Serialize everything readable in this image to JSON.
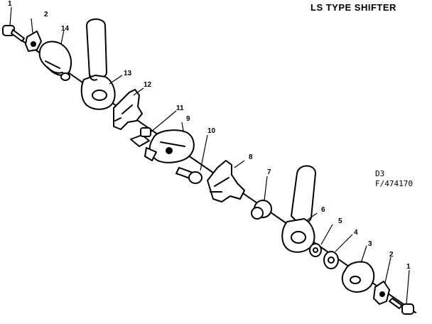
{
  "title": "LS TYPE SHIFTER",
  "code_line1": "D3",
  "code_line2": "F/474170",
  "callouts": [
    "1",
    "2",
    "14",
    "13",
    "12",
    "11",
    "9",
    "10",
    "8",
    "7",
    "6",
    "5",
    "4",
    "3",
    "2",
    "1"
  ]
}
